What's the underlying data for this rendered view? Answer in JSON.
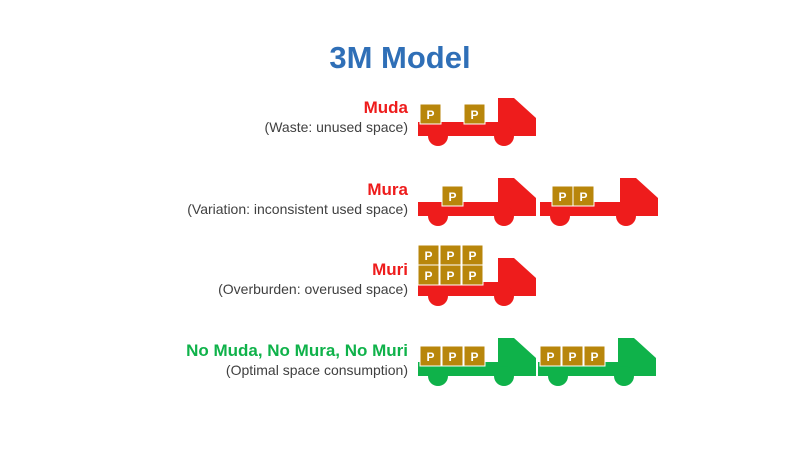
{
  "title": "3M Model",
  "colors": {
    "title": "#2f6fb7",
    "bad": "#ee1c1c",
    "good": "#0fb24a",
    "box": "#b8860b",
    "box_border": "#ffffff"
  },
  "rows": [
    {
      "name": "Muda",
      "description": "(Waste: unused space)",
      "status": "bad",
      "truck_color": "red"
    },
    {
      "name": "Mura",
      "description": "(Variation: inconsistent used space)",
      "status": "bad",
      "truck_color": "red"
    },
    {
      "name": "Muri",
      "description": "(Overburden: overused space)",
      "status": "bad",
      "truck_color": "red"
    },
    {
      "name": "No Muda, No Mura, No Muri",
      "description": "(Optimal space consumption)",
      "status": "good",
      "truck_color": "green"
    }
  ],
  "box_label": "P"
}
